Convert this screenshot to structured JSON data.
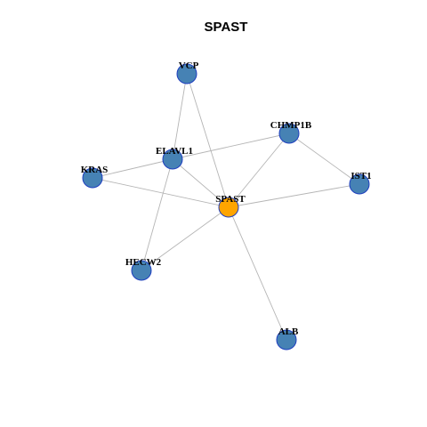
{
  "title": "SPAST",
  "colors": {
    "center_node": "#FFA500",
    "neighbor_node": "#4682B4",
    "node_border": "#1F3FBF",
    "edge": "#B5B5B5"
  },
  "nodes": [
    {
      "id": "VCP",
      "label": "VCP",
      "center": false
    },
    {
      "id": "CHMP1B",
      "label": "CHMP1B",
      "center": false
    },
    {
      "id": "ELAVL1",
      "label": "ELAVL1",
      "center": false
    },
    {
      "id": "KRAS",
      "label": "KRAS",
      "center": false
    },
    {
      "id": "SPAST",
      "label": "SPAST",
      "center": true
    },
    {
      "id": "IST1",
      "label": "IST1",
      "center": false
    },
    {
      "id": "HECW2",
      "label": "HECW2",
      "center": false
    },
    {
      "id": "ALB",
      "label": "ALB",
      "center": false
    }
  ],
  "edges": [
    [
      "VCP",
      "ELAVL1"
    ],
    [
      "VCP",
      "SPAST"
    ],
    [
      "ELAVL1",
      "CHMP1B"
    ],
    [
      "ELAVL1",
      "KRAS"
    ],
    [
      "ELAVL1",
      "SPAST"
    ],
    [
      "ELAVL1",
      "HECW2"
    ],
    [
      "CHMP1B",
      "SPAST"
    ],
    [
      "CHMP1B",
      "IST1"
    ],
    [
      "KRAS",
      "SPAST"
    ],
    [
      "SPAST",
      "IST1"
    ],
    [
      "SPAST",
      "HECW2"
    ],
    [
      "SPAST",
      "ALB"
    ]
  ]
}
